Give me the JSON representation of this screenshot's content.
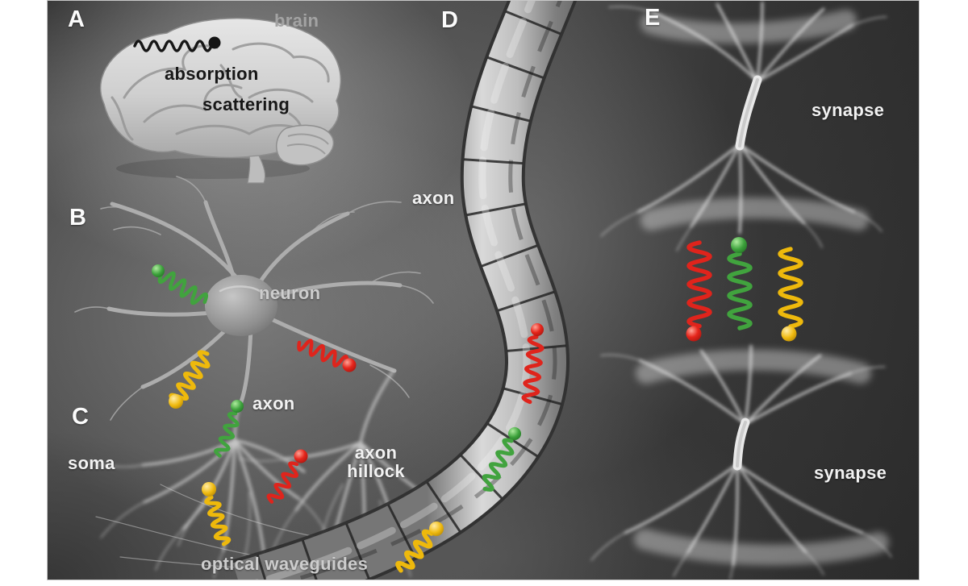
{
  "panels": {
    "a": {
      "letter": "A",
      "labels": {
        "brain": "brain",
        "absorption": "absorption",
        "scattering": "scattering"
      }
    },
    "b": {
      "letter": "B",
      "labels": {
        "neuron": "neuron"
      }
    },
    "c": {
      "letter": "C",
      "labels": {
        "soma": "soma",
        "axon": "axon",
        "axon_hillock_line1": "axon",
        "axon_hillock_line2": "hillock",
        "optical_waveguides": "optical waveguides"
      }
    },
    "d": {
      "letter": "D",
      "labels": {
        "axon": "axon"
      }
    },
    "e": {
      "letter": "E",
      "labels": {
        "synapse_top": "synapse",
        "synapse_bottom": "synapse"
      }
    }
  },
  "photons": {
    "wave_colors": {
      "red": "#df241c",
      "green": "#41a33e",
      "yellow": "#eeb90c",
      "black": "#161616"
    },
    "by_panel": {
      "a": [
        "black"
      ],
      "b": [
        "green",
        "red",
        "yellow"
      ],
      "c": [
        "green",
        "red",
        "yellow"
      ],
      "d": [
        "red",
        "green",
        "yellow"
      ],
      "e": [
        "red",
        "green",
        "yellow"
      ]
    }
  },
  "figure_background": {
    "base_gray": "#4b4b4b",
    "margin": "#ffffff"
  }
}
